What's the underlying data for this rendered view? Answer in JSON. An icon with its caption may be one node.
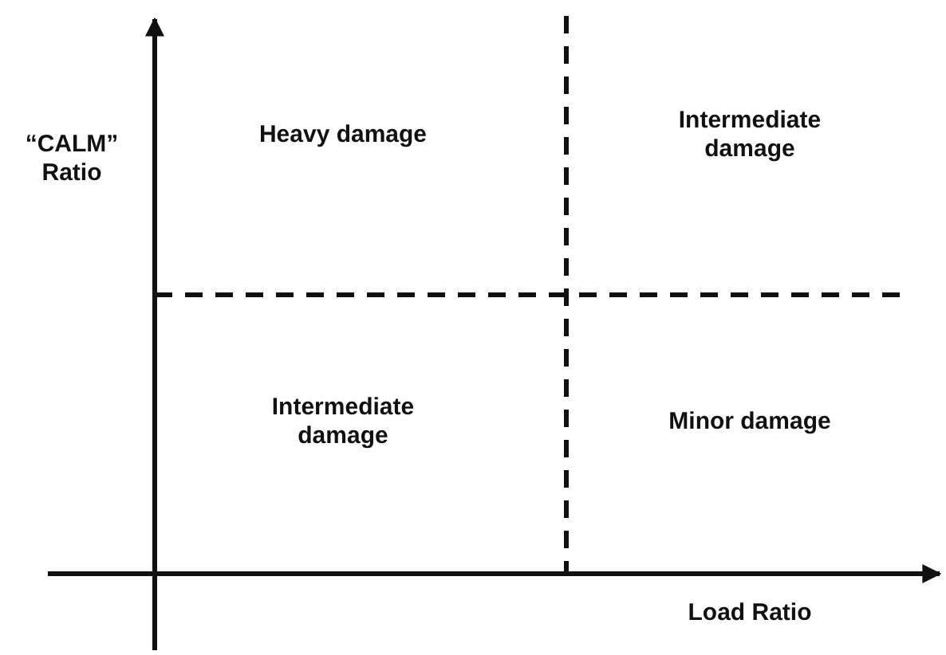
{
  "diagram": {
    "labels": [
      "Heavy damage",
      "Intermediate damage",
      "“CALM” Ratio",
      "Intermediate damage",
      "Minor damage",
      "Load Ratio"
    ]
  }
}
